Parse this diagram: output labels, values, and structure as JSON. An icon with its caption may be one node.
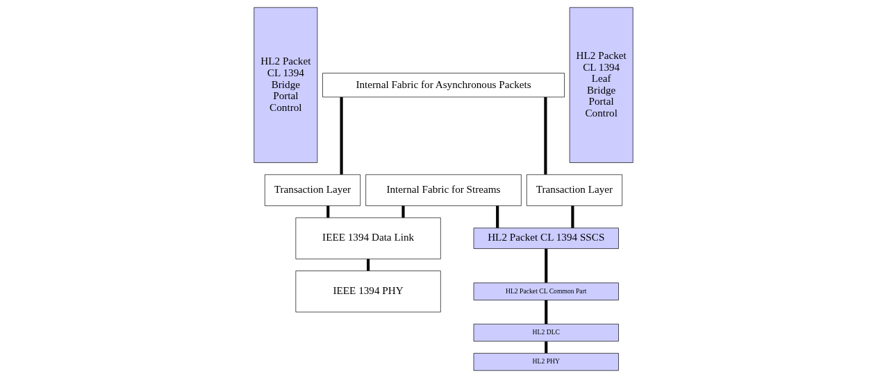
{
  "diagram": {
    "nodes": [
      {
        "text": [
          "HL2 Packet CL 1394 Bridge Portal Control"
        ]
      },
      {
        "text": [
          "Internal Fabric for Asynchronous Packets"
        ]
      },
      {
        "text": [
          "Transaction Layer"
        ]
      },
      {
        "text": [
          "Internal Fabric for Streams"
        ]
      },
      {
        "text": [
          "Transaction Layer"
        ]
      },
      {
        "text": [
          "IEEE 1394 Data Link"
        ]
      },
      {
        "text": [
          "HL2 Packet CL 1394 SSCS"
        ]
      },
      {
        "text": [
          "HL2 Packet CL Common Part"
        ]
      },
      {
        "text": [
          "IEEE 1394 PHY"
        ]
      },
      {
        "text": [
          "HL2 DLC"
        ]
      },
      {
        "text": [
          "HL2 PHY"
        ]
      },
      {
        "text": [
          "HL2 Packet CL 1394 Leaf Bridge Portal Control"
        ]
      }
    ],
    "edges": [
      {
        "from": 1,
        "to": 2,
        "arrow": "none"
      },
      {
        "from": 1,
        "to": 4,
        "arrow": "none"
      },
      {
        "from": 2,
        "to": 5,
        "arrow": "none"
      },
      {
        "from": 3,
        "to": 5,
        "arrow": "none"
      },
      {
        "from": 3,
        "to": 6,
        "arrow": "none"
      },
      {
        "from": 4,
        "to": 6,
        "arrow": "none"
      },
      {
        "from": 6,
        "to": 7,
        "arrow": "none"
      },
      {
        "from": 5,
        "to": 8,
        "arrow": "none"
      },
      {
        "from": 7,
        "to": 9,
        "arrow": "none"
      },
      {
        "from": 9,
        "to": 10,
        "arrow": "none"
      }
    ]
  }
}
